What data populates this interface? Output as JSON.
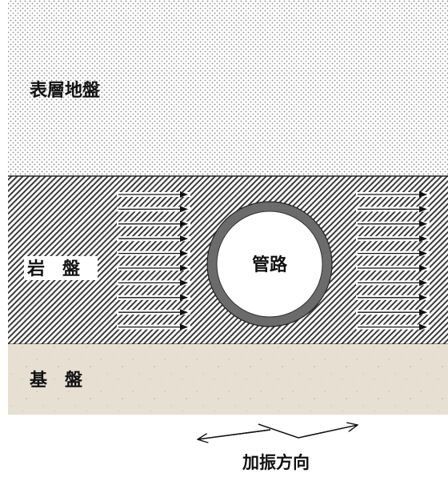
{
  "layers": {
    "surface": {
      "label": "表層地盤"
    },
    "rock": {
      "label": "岩　盤"
    },
    "base": {
      "label": "基　盤"
    }
  },
  "pipe": {
    "label": "管路"
  },
  "excitation": {
    "label": "加振方向"
  },
  "colors": {
    "surface_dots": "#8a8a8a",
    "rock_hatch": "#3a3a3a",
    "base_fill": "#e6dfd2",
    "pipe_ring": "#6b6b6b",
    "pipe_core": "#ffffff",
    "arrow": "#111111"
  }
}
